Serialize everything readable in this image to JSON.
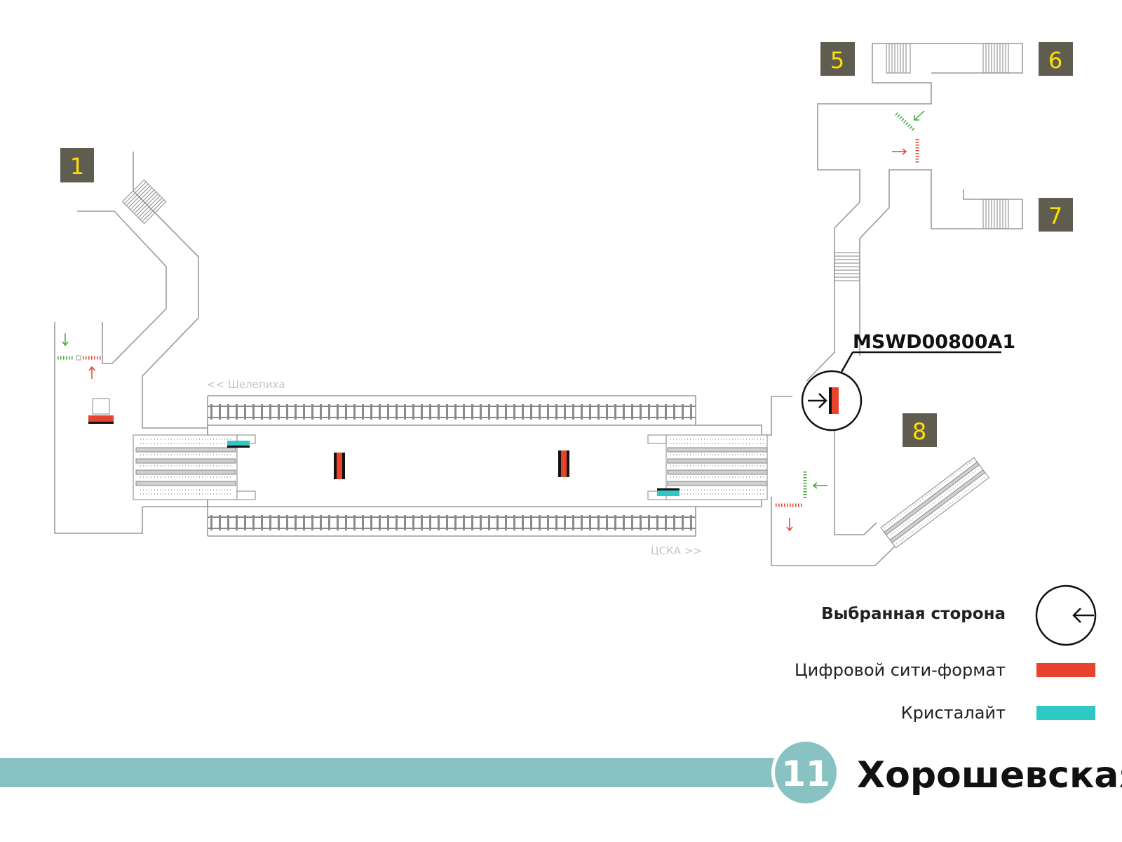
{
  "exits": [
    "1",
    "5",
    "6",
    "7",
    "8"
  ],
  "directions": {
    "top_track": "<< Шелепиха",
    "bottom_track": "ЦСКА >>"
  },
  "selected_code": "MSWD00800A1",
  "legend": {
    "selected_side": "Выбранная сторона",
    "digital_cityformat": "Цифровой сити-формат",
    "crystalight": "Кристалайт"
  },
  "footer": {
    "line_number": "11",
    "station_name": "Хорошевская"
  },
  "colors": {
    "digital_cityformat": "#e8432d",
    "crystalight": "#2ec9c4",
    "line_band": "#89c2c2",
    "line_circle": "#89c2c2",
    "exit_box": "#5f5c50",
    "exit_number": "#ffe000"
  },
  "icons": {
    "selected_side": "arrow-left-in-circle-icon"
  }
}
